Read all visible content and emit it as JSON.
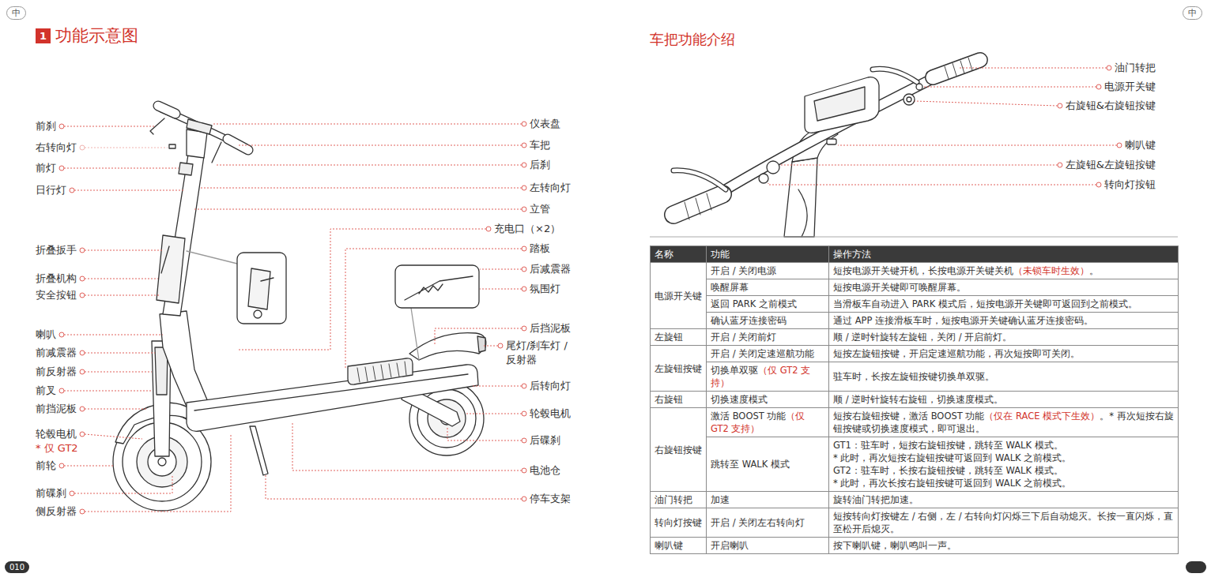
{
  "diagram": {
    "title": "功能示意图",
    "labels": [
      "中",
      "1",
      "前刹",
      "右转向灯",
      "前灯",
      "日行灯",
      "折叠扳手",
      "折叠机构",
      "安全按钮",
      "喇叭",
      "前减震器",
      "前反射器",
      "前叉",
      "前挡泥板",
      "轮毂电机",
      "* 仅 GT2",
      "前轮",
      "前碟刹",
      "侧反射器",
      "仪表盘",
      "车把",
      "后刹",
      "左转向灯",
      "立管",
      "充电口（×2）",
      "踏板",
      "后减震器",
      "氛围灯",
      "后挡泥板",
      "尾灯/刹车灯 /反射器",
      "后转向灯",
      "轮毂电机",
      "后碟刹",
      "电池仓",
      "停车支架",
      "010",
      "中",
      "车把功能介绍",
      "油门转把",
      "电源开关键",
      "右旋钮&右旋钮按键",
      "喇叭键",
      "左旋钮&左旋钮按键",
      "转向灯按钮",
      "名称",
      "功能",
      "操作方法",
      "电源开关键",
      "开启 / 关闭电源",
      "短按电源开关键开机，长按电源开关键关机",
      "（未锁车时生效）",
      "。",
      "唤醒屏幕",
      "短按电源开关键即可唤醒屏幕。",
      "返回 PARK 之前模式",
      "当滑板车自动进入 PARK 模式后，短按电源开关键即可返回到之前模式。",
      "确认蓝牙连接密码",
      "通过 APP 连接滑板车时，短按电源开关键确认蓝牙连接密码。",
      "左旋钮",
      "开启 / 关闭前灯",
      "顺 / 逆时针旋转左旋钮，关闭 / 开启前灯。",
      "左旋钮按键",
      "开启 / 关闭定速巡航功能",
      "短按左旋钮按键，开启定速巡航功能，再次短按即可关闭。",
      "切换单双驱",
      "（仅 GT2 支持）",
      "驻车时，长按左旋钮按键切换单双驱。",
      "右旋钮",
      "切换速度模式",
      "顺 / 逆时针旋转右旋钮，切换速度模式。",
      "右旋钮按键",
      "激活 BOOST 功能",
      "（仅 GT2 支持）",
      "短按右旋钮按键，激活 BOOST 功能",
      "（仅在 RACE 模式下生效）",
      "。* 再次短按右旋钮按键或切换速度模式，即可退出。",
      "跳转至 WALK 模式",
      "GT1：驻车时，短按右旋钮按键，跳转至 WALK 模式。",
      "* 此时，再次短按右旋钮按键可返回到 WALK 之前模式。",
      "GT2：驻车时，长按右旋钮按键，跳转至 WALK 模式。",
      "* 此时，再次长按右旋钮按键可返回到 WALK 之前模式。",
      "油门转把",
      "加速",
      "旋转油门转把加速。",
      "转向灯按键",
      "开启 / 关闭左右转向灯",
      "短按转向灯按键左 / 右侧，左 / 右转向灯闪烁三下后自动熄灭。长按一直闪烁，直至松开后熄灭。",
      "喇叭键",
      "开启喇叭",
      "按下喇叭键，喇叭鸣叫一声。"
    ]
  }
}
